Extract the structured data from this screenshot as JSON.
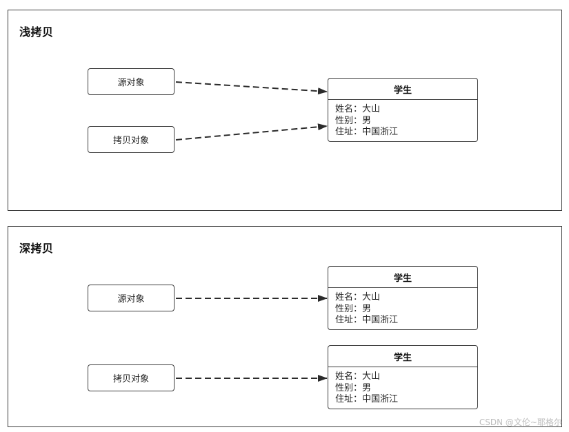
{
  "shallow": {
    "title": "浅拷贝",
    "source_label": "源对象",
    "copy_label": "拷贝对象",
    "student": {
      "header": "学生",
      "fields": [
        "姓名：大山",
        "性别：男",
        "住址：中国浙江"
      ]
    }
  },
  "deep": {
    "title": "深拷贝",
    "source_label": "源对象",
    "copy_label": "拷贝对象",
    "students": [
      {
        "header": "学生",
        "fields": [
          "姓名：大山",
          "性别：男",
          "住址：中国浙江"
        ]
      },
      {
        "header": "学生",
        "fields": [
          "姓名：大山",
          "性别：男",
          "住址：中国浙江"
        ]
      }
    ]
  },
  "watermark": "CSDN @文伦~耶格尔"
}
